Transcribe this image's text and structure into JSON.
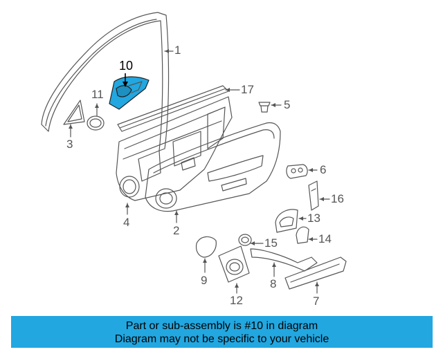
{
  "diagram": {
    "highlight_color": "#22a7e0",
    "line_color": "#555555",
    "callouts": {
      "c1": "1",
      "c2": "2",
      "c3": "3",
      "c4": "4",
      "c5": "5",
      "c6": "6",
      "c7": "7",
      "c8": "8",
      "c9": "9",
      "c10": "10",
      "c11": "11",
      "c12": "12",
      "c13": "13",
      "c14": "14",
      "c15": "15",
      "c16": "16",
      "c17": "17"
    }
  },
  "banner": {
    "background": "#22a7e0",
    "line1": "Part or sub-assembly is #10 in diagram",
    "line2": "Diagram may not be specific to your vehicle"
  }
}
